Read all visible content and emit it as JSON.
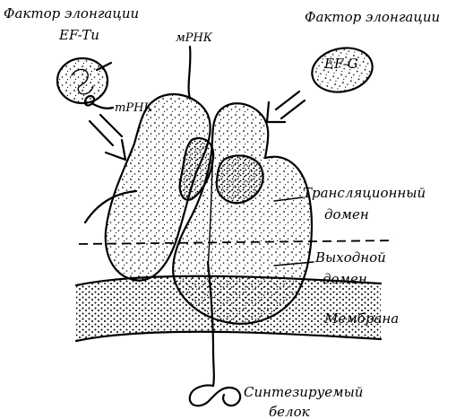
{
  "labels": {
    "ef_tu_title": "Фактор элонгации",
    "ef_tu_name": "EF-Tu",
    "ef_g_title": "Фактор элонгации",
    "ef_g_name": "EF-G",
    "mrna": "мРНК",
    "trna": "тРНК",
    "translation_domain_line1": "Трансляционный",
    "translation_domain_line2": "домен",
    "exit_domain_line1": "Выходной",
    "exit_domain_line2": "домен",
    "membrane": "Мембрана",
    "nascent_protein_line1": "Синтезируемый",
    "nascent_protein_line2": "белок"
  }
}
